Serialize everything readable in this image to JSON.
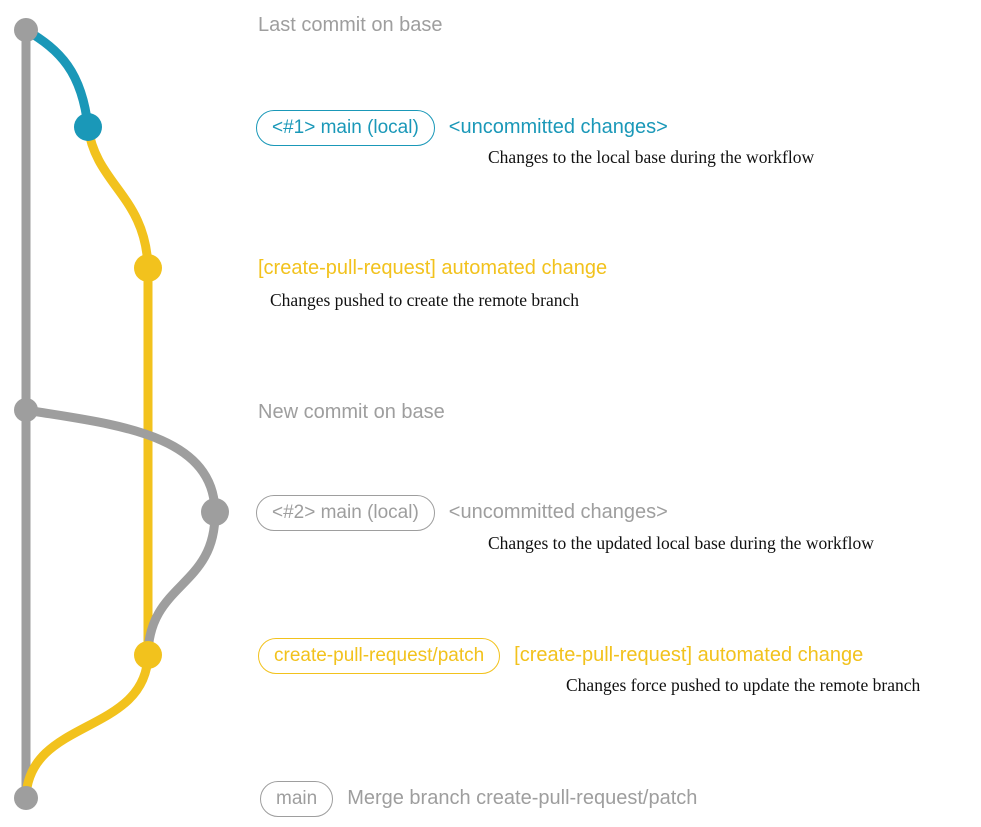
{
  "colors": {
    "gray": "#9e9e9e",
    "teal": "#1a98b8",
    "yellow": "#f2c21d",
    "note": "#111111",
    "background": "#ffffff"
  },
  "sections": {
    "base_top": {
      "label": "Last commit on base"
    },
    "local1": {
      "branch": "<#1> main (local)",
      "status": "<uncommitted changes>",
      "note": "Changes to the local base during the workflow"
    },
    "push1": {
      "label": "[create-pull-request] automated change",
      "note": "Changes pushed to create the remote branch"
    },
    "base_new": {
      "label": "New commit on base"
    },
    "local2": {
      "branch": "<#2> main (local)",
      "status": "<uncommitted changes>",
      "note": "Changes to the updated local base during the workflow"
    },
    "push2": {
      "branch": "create-pull-request/patch",
      "label": "[create-pull-request] automated change",
      "note": "Changes force pushed to update the remote branch"
    },
    "merge": {
      "branch": "main",
      "label": "Merge branch create-pull-request/patch"
    }
  },
  "graph": {
    "branches": [
      {
        "name": "base/main",
        "color": "gray"
      },
      {
        "name": "main (local) #1",
        "color": "teal"
      },
      {
        "name": "create-pull-request/patch",
        "color": "yellow"
      },
      {
        "name": "main (local) #2",
        "color": "gray"
      }
    ],
    "nodes": [
      {
        "name": "commit-last-base",
        "color": "gray",
        "label": "Last commit on base"
      },
      {
        "name": "commit-local-1",
        "color": "teal",
        "label": "<#1> main (local) <uncommitted changes>"
      },
      {
        "name": "commit-automated-1",
        "color": "yellow",
        "label": "[create-pull-request] automated change"
      },
      {
        "name": "commit-new-base",
        "color": "gray",
        "label": "New commit on base"
      },
      {
        "name": "commit-local-2",
        "color": "gray",
        "label": "<#2> main (local) <uncommitted changes>"
      },
      {
        "name": "commit-automated-2",
        "color": "yellow",
        "label": "create-pull-request/patch [create-pull-request] automated change"
      },
      {
        "name": "commit-merge",
        "color": "gray",
        "label": "main Merge branch create-pull-request/patch"
      }
    ]
  }
}
